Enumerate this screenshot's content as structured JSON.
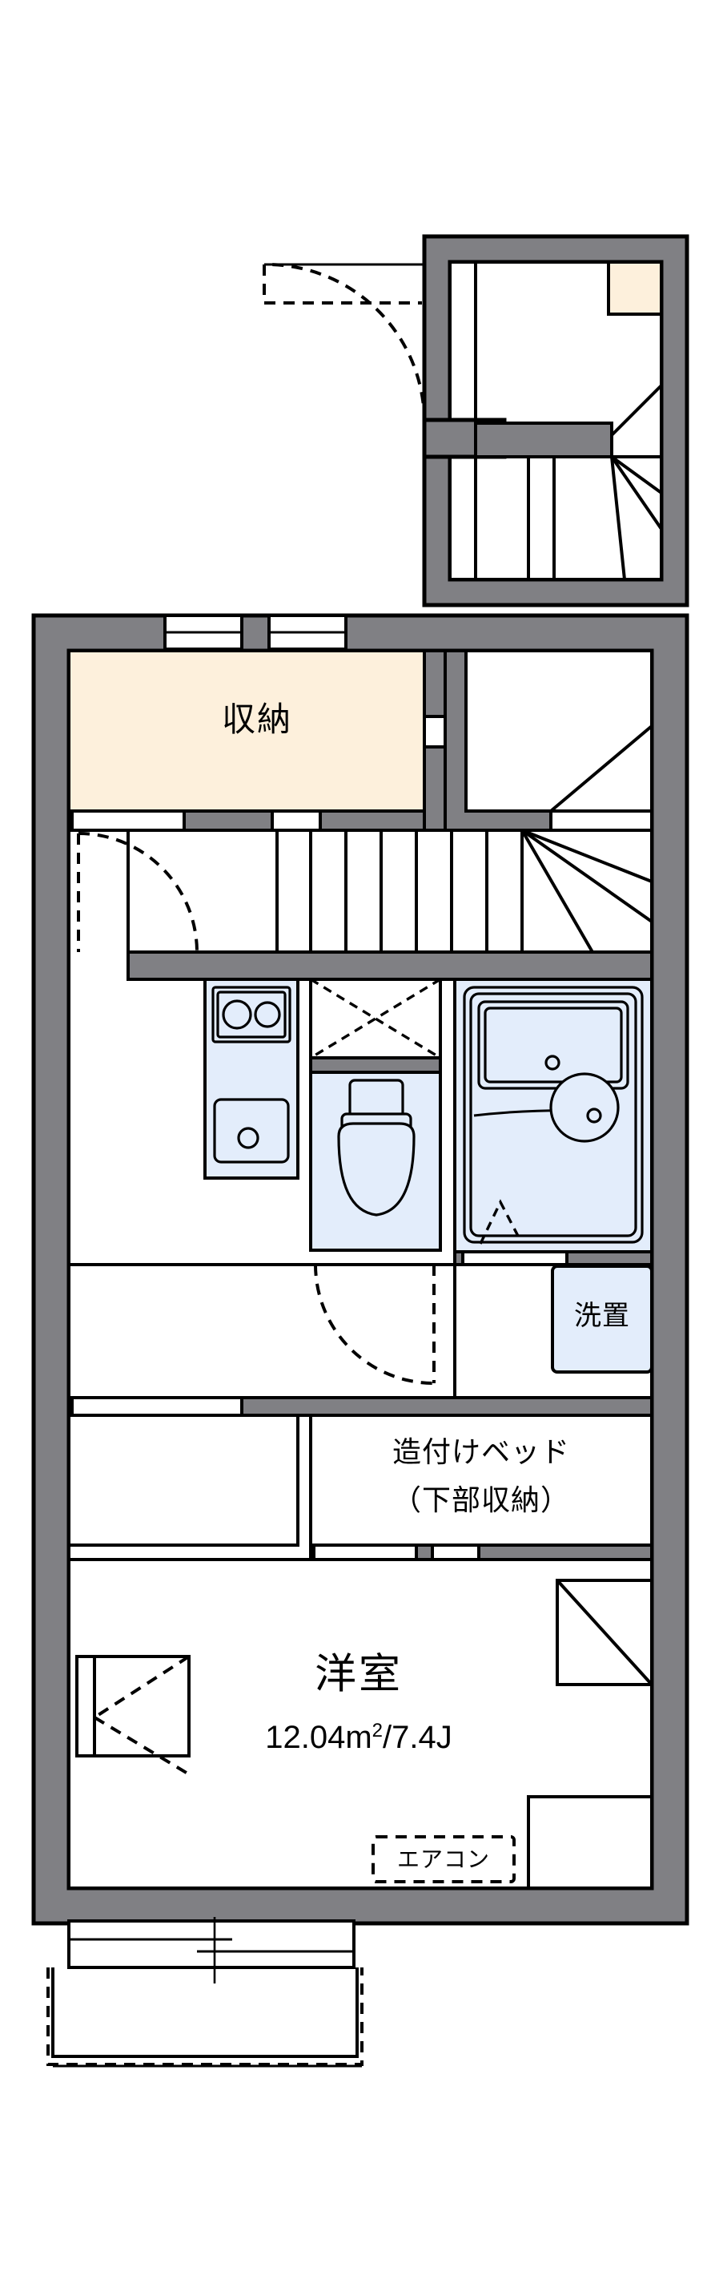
{
  "plan": {
    "kind": "apartment-floor-plan",
    "colors": {
      "wall_fill": "#808084",
      "wall_stroke": "#000000",
      "storage_fill": "#FDF0DC",
      "fixture_fill": "#E3EDFB",
      "room_fill": "#FFFFFF",
      "line": "#000000",
      "page_bg": "#FFFFFF"
    },
    "labels": {
      "storage": "収納",
      "washer": "洗置",
      "builtin_bed_line1": "造付けベッド",
      "builtin_bed_line2": "（下部収納）",
      "room_name": "洋室",
      "room_area_value": "12.04",
      "room_area_unit": "m",
      "room_area_exp": "2",
      "room_area_sep": "/",
      "room_area_jo": "7.4J",
      "room_area_full": "12.04m²/7.4J",
      "air_conditioner": "エアコン"
    },
    "sections": [
      {
        "name": "entrance-upper-block",
        "description": "upper detached entrance block with spiral stair and entry door swing"
      },
      {
        "name": "main-unit",
        "description": "main floor with storage, stair, kitchen, toilet, bath, washer, built-in bed, western room, balcony"
      }
    ],
    "fixtures": [
      {
        "name": "kitchen-stove",
        "burners": 2
      },
      {
        "name": "kitchen-sink",
        "drains": 1
      },
      {
        "name": "toilet",
        "tank": 1
      },
      {
        "name": "bathtub",
        "drain": 1
      },
      {
        "name": "washbasin",
        "drain": 1
      },
      {
        "name": "washing-machine-space"
      },
      {
        "name": "entry-hall-shoe-box"
      }
    ],
    "openings": [
      {
        "name": "entrance-door",
        "type": "swing"
      },
      {
        "name": "storage-window-left",
        "type": "window"
      },
      {
        "name": "storage-window-right",
        "type": "window"
      },
      {
        "name": "hall-door-left",
        "type": "swing"
      },
      {
        "name": "room-door",
        "type": "swing"
      },
      {
        "name": "bath-door",
        "type": "folding"
      },
      {
        "name": "balcony-sliding-door",
        "type": "sliding"
      },
      {
        "name": "closet-sliding-door",
        "type": "sliding"
      }
    ]
  }
}
